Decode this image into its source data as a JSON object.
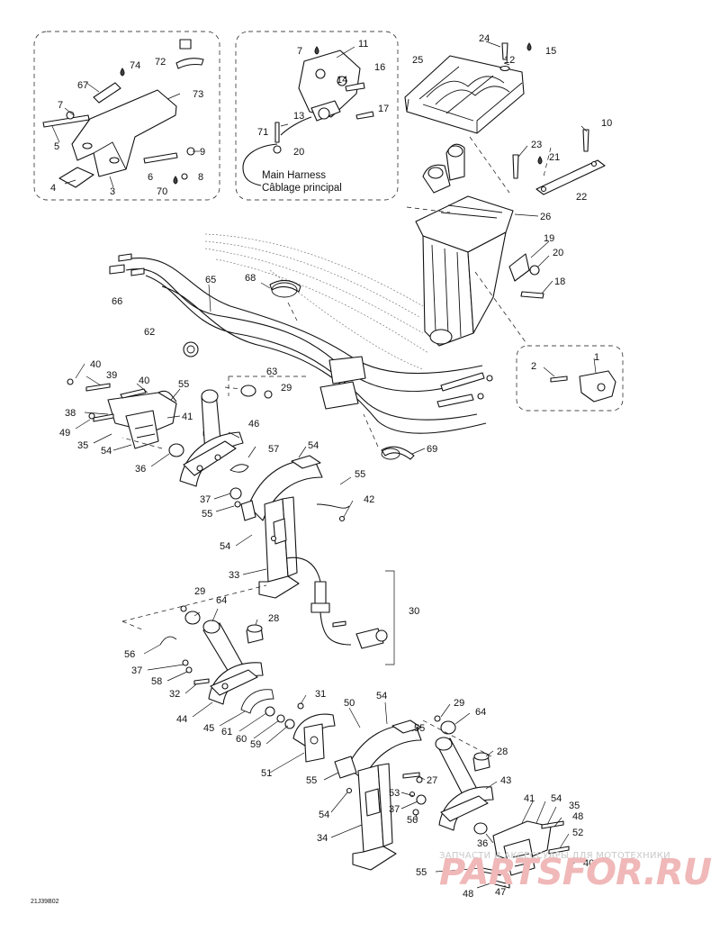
{
  "harness_label": {
    "line1": "Main Harness",
    "line2": "Câblage principal"
  },
  "drawing_code": "21J39B02",
  "watermark": {
    "tagline": "ЗАПЧАСТИ И АКСЕССУАРЫ ДЛЯ МОТОТЕХНИКИ",
    "logo": "PARTSFOR.RU"
  },
  "colors": {
    "line": "#111111",
    "background": "#ffffff",
    "watermark": "#f0b8b8"
  },
  "callouts": {
    "c74": "74",
    "c72": "72",
    "c67": "67",
    "c73": "73",
    "c7a": "7",
    "c5": "5",
    "c9a": "9",
    "c6": "6",
    "c8": "8",
    "c4": "4",
    "c3": "3",
    "c70": "70",
    "c7b": "7",
    "c11": "11",
    "c16": "16",
    "c14": "14",
    "c13": "13",
    "c71": "71",
    "c17": "17",
    "c20a": "20",
    "c24": "24",
    "c15": "15",
    "c25": "25",
    "c12": "12",
    "c10": "10",
    "c23": "23",
    "c21": "21",
    "c22": "22",
    "c26": "26",
    "c19": "19",
    "c20b": "20",
    "c18": "18",
    "c1": "1",
    "c2": "2",
    "c65": "65",
    "c68": "68",
    "c66": "66",
    "c62": "62",
    "c69": "69",
    "c40a": "40",
    "c39": "39",
    "c40b": "40",
    "c55a": "55",
    "c38": "38",
    "c41a": "41",
    "c49": "49",
    "c35a": "35",
    "c54a": "54",
    "c36a": "36",
    "c63": "63",
    "c29a": "29",
    "c46": "46",
    "c57": "57",
    "c54b": "54",
    "c55b": "55",
    "c42": "42",
    "c37a": "37",
    "c55c": "55",
    "c54c": "54",
    "c33": "33",
    "c30": "30",
    "c29b": "29",
    "c64a": "64",
    "c28a": "28",
    "c56a": "56",
    "c37b": "37",
    "c58": "58",
    "c32": "32",
    "c44": "44",
    "c45": "45",
    "c61": "61",
    "c60": "60",
    "c59": "59",
    "c31": "31",
    "c50": "50",
    "c54d": "54",
    "c55d": "55",
    "c29c": "29",
    "c64b": "64",
    "c28b": "28",
    "c51": "51",
    "c55e": "55",
    "c27": "27",
    "c43": "43",
    "c53": "53",
    "c37c": "37",
    "c56b": "56",
    "c54e": "54",
    "c34": "34",
    "c41b": "41",
    "c54f": "54",
    "c35b": "35",
    "c48a": "48",
    "c52": "52",
    "c36b": "36",
    "c40c": "40",
    "c55f": "55",
    "c48b": "48",
    "c47": "47"
  }
}
